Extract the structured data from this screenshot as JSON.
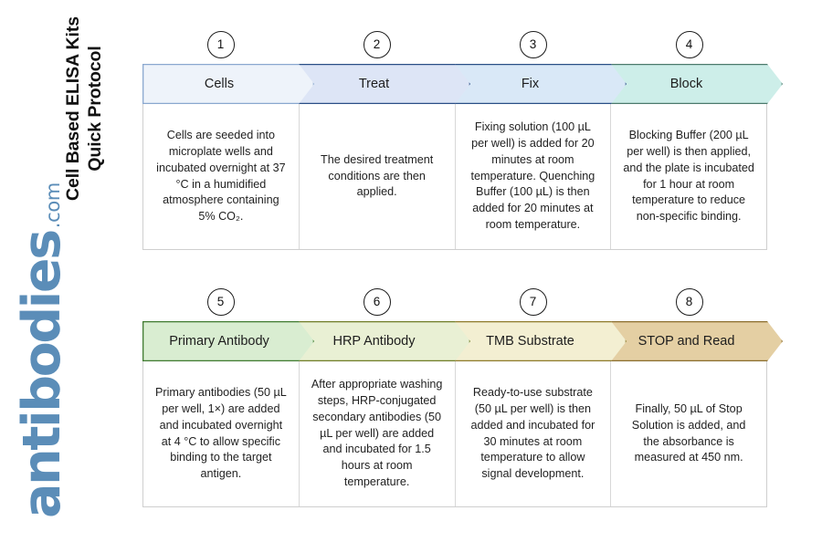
{
  "page": {
    "title_line1": "Cell Based ELISA Kits",
    "title_line2": "Quick Protocol",
    "title_full": "Cell Based ELISA Kits\nQuick Protocol"
  },
  "brand": {
    "name": "antibodies",
    "tld": ".com",
    "color": "#5b8db8"
  },
  "colors": {
    "step1_fill": "#eef3fa",
    "step1_stroke": "#8aa8cf",
    "step2_fill": "#dde5f6",
    "step2_stroke": "#2a4f86",
    "step3_fill": "#d9e8f7",
    "step3_stroke": "#2a4f86",
    "step4_fill": "#cdeee9",
    "step4_stroke": "#4c7a6c",
    "step5_fill": "#d9edd1",
    "step5_stroke": "#3f7a2f",
    "step6_fill": "#e9f0d4",
    "step6_stroke": "#6f7c26",
    "step7_fill": "#f3efd2",
    "step7_stroke": "#8d7a2a",
    "step8_fill": "#e4cfa3",
    "step8_stroke": "#8a6d2c",
    "box_border": "#cfcfcf",
    "badge_border": "#1b1b1b",
    "text": "#1f1f1f"
  },
  "rows": [
    {
      "row_id": "row1",
      "steps": [
        {
          "number": "1",
          "label": "Cells",
          "description": "Cells are seeded into microplate wells and incubated overnight at 37 °C in a humidified atmosphere containing 5% CO₂.",
          "fill": "#eef3fa",
          "stroke": "#8aa8cf"
        },
        {
          "number": "2",
          "label": "Treat",
          "description": "The desired treatment conditions are then applied.",
          "fill": "#dde5f6",
          "stroke": "#2a4f86"
        },
        {
          "number": "3",
          "label": "Fix",
          "description": "Fixing solution (100 µL per well) is added for 20 minutes at room temperature. Quenching Buffer (100 µL) is then added for 20 minutes at room temperature.",
          "fill": "#d9e8f7",
          "stroke": "#2a4f86"
        },
        {
          "number": "4",
          "label": "Block",
          "description": "Blocking Buffer (200 µL per well) is then applied, and the plate is incubated for 1 hour at room temperature to reduce non-specific binding.",
          "fill": "#cdeee9",
          "stroke": "#4c7a6c"
        }
      ]
    },
    {
      "row_id": "row2",
      "steps": [
        {
          "number": "5",
          "label": "Primary Antibody",
          "description": "Primary antibodies (50 µL per well, 1×) are added and incubated overnight at 4 °C to allow specific binding to the target antigen.",
          "fill": "#d9edd1",
          "stroke": "#3f7a2f"
        },
        {
          "number": "6",
          "label": "HRP Antibody",
          "description": "After appropriate washing steps, HRP-conjugated secondary antibodies (50 µL per well) are added and incubated for 1.5 hours at room temperature.",
          "fill": "#e9f0d4",
          "stroke": "#6f7c26"
        },
        {
          "number": "7",
          "label": "TMB Substrate",
          "description": "Ready-to-use substrate (50 µL per well) is then added and incubated for 30 minutes at room temperature to allow signal development.",
          "fill": "#f3efd2",
          "stroke": "#8d7a2a"
        },
        {
          "number": "8",
          "label": "STOP and Read",
          "description": "Finally, 50 µL of Stop Solution is added, and the absorbance is measured at 450 nm.",
          "fill": "#e4cfa3",
          "stroke": "#8a6d2c"
        }
      ]
    }
  ]
}
